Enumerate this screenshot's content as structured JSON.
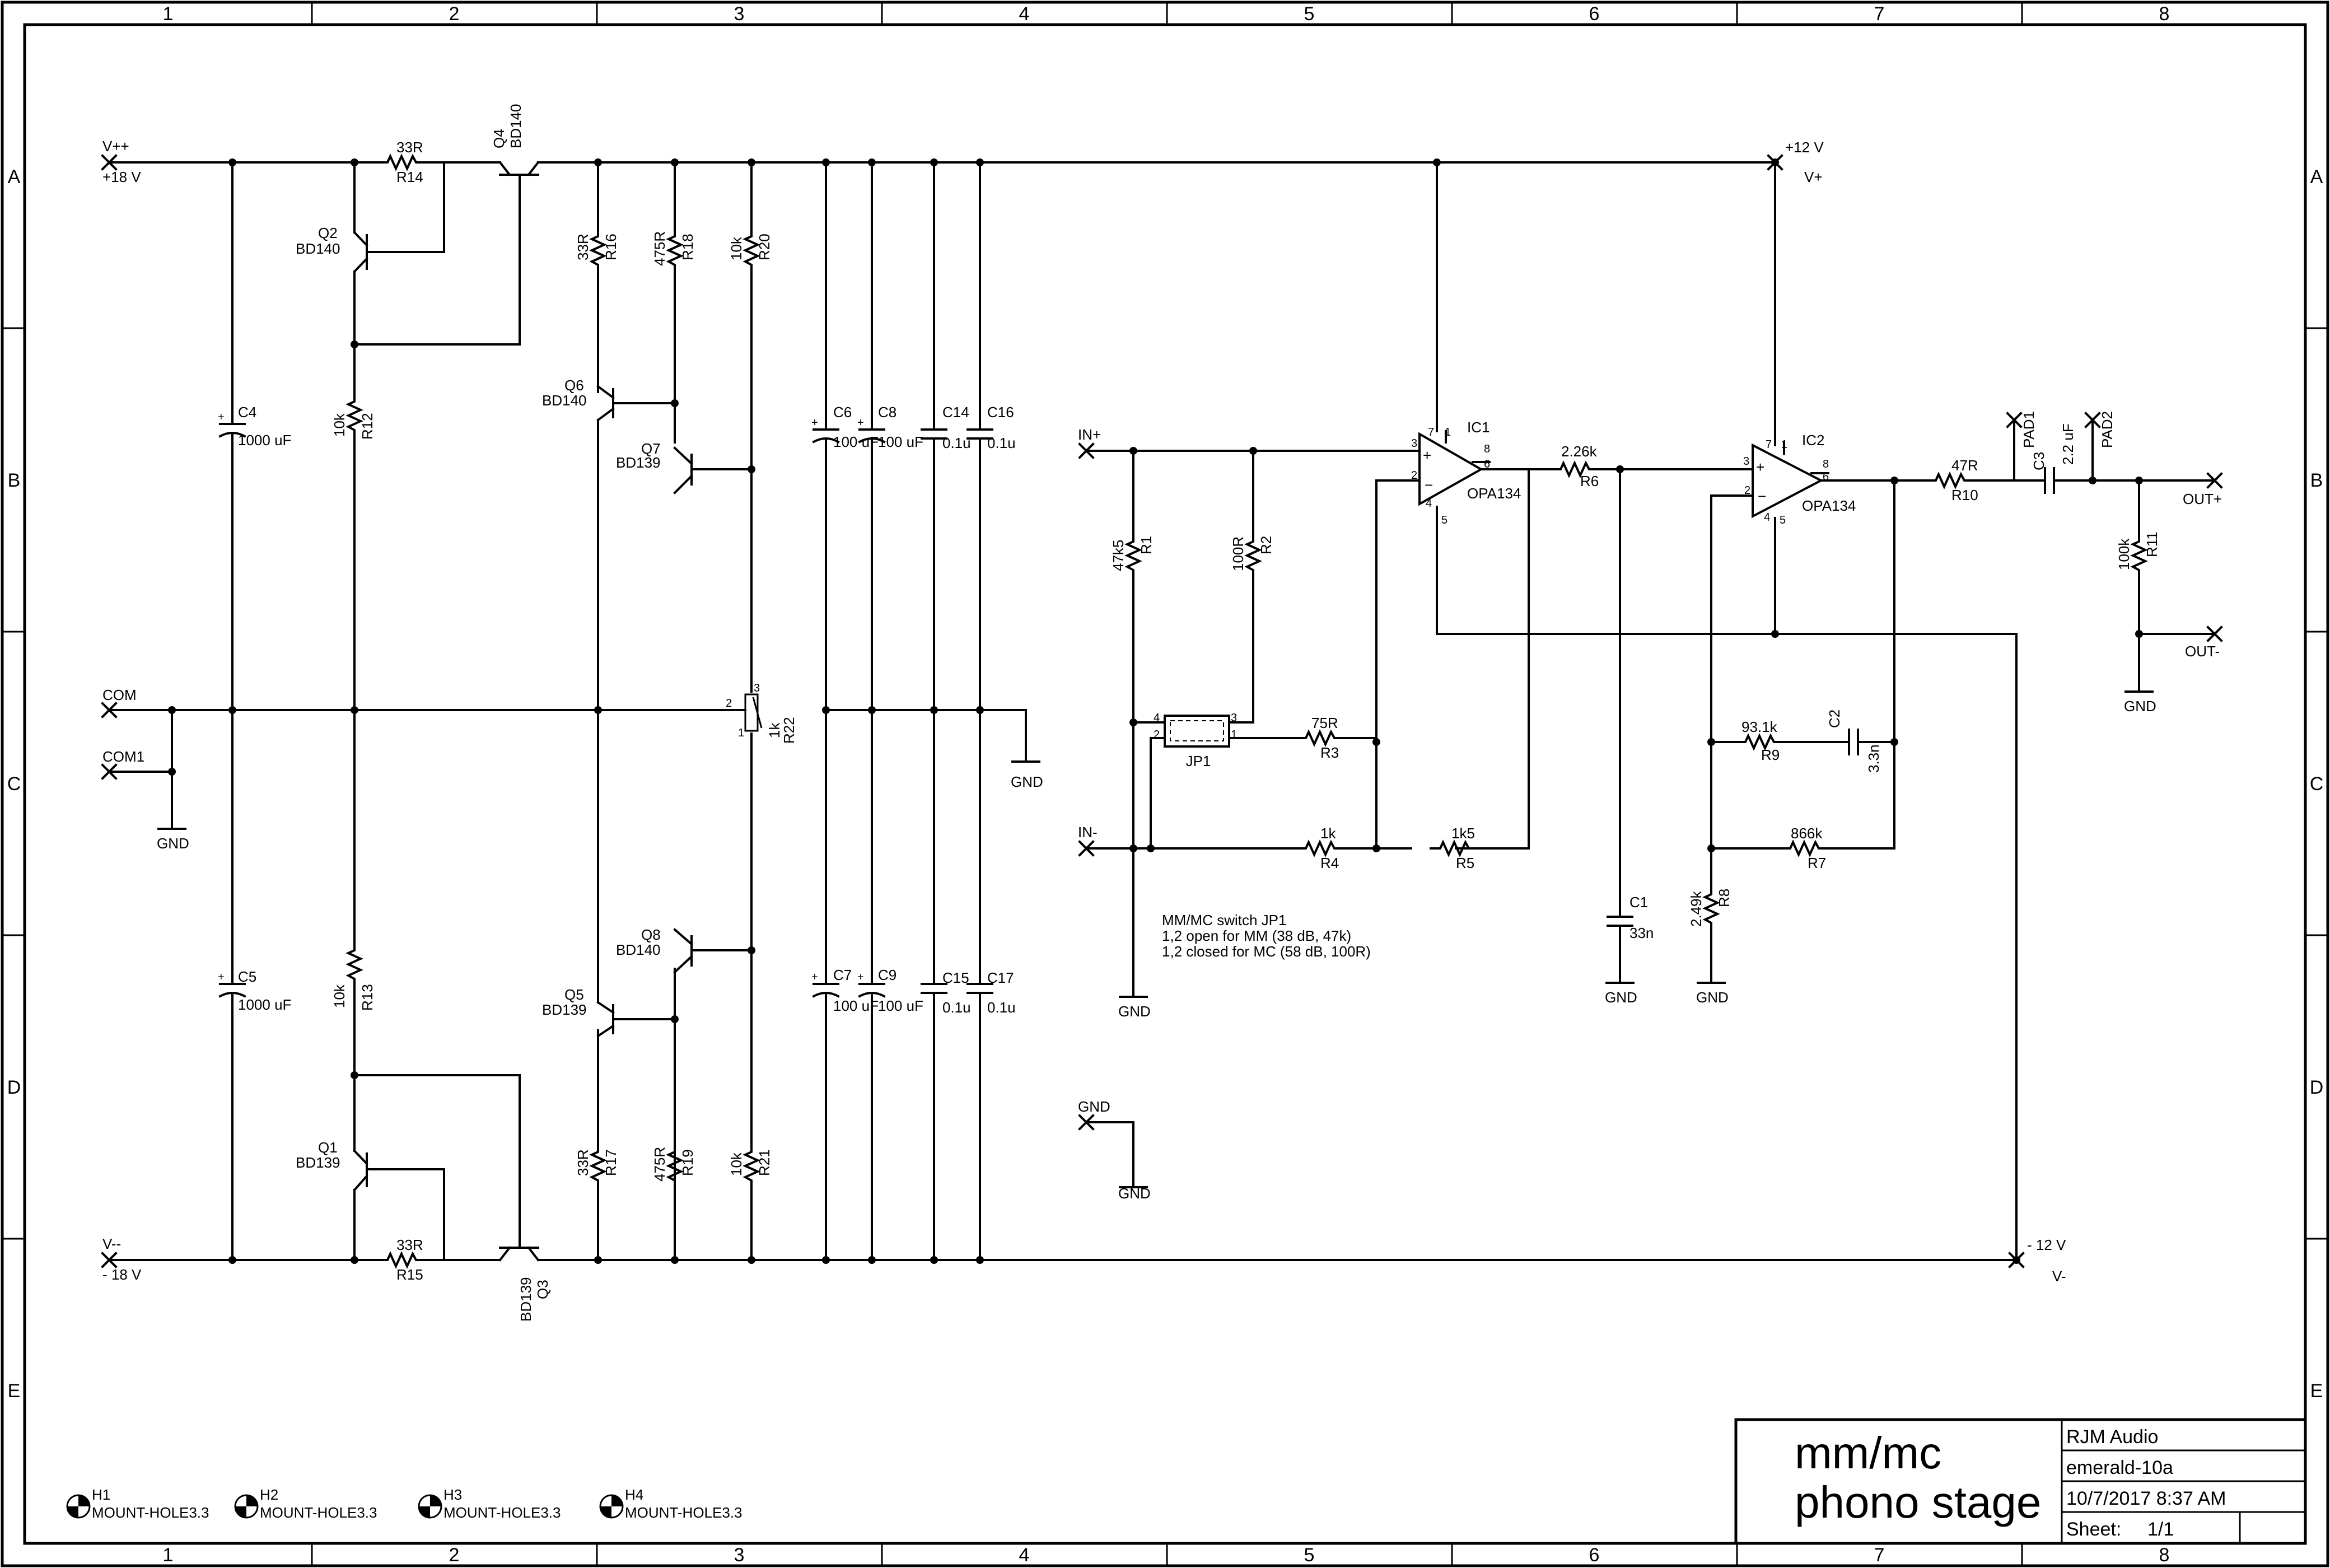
{
  "zones": {
    "columns": [
      "1",
      "2",
      "3",
      "4",
      "5",
      "6",
      "7",
      "8"
    ],
    "rows": [
      "A",
      "B",
      "C",
      "D",
      "E"
    ]
  },
  "title_block": {
    "title_line1": "mm/mc",
    "title_line2": "phono stage",
    "company": "RJM Audio",
    "document": "emerald-10a",
    "date": "10/7/2017 8:37 AM",
    "sheet_label": "Sheet:",
    "sheet_value": "1/1"
  },
  "ports": {
    "vpp": "V++",
    "vpp_volt": "+18 V",
    "com": "COM",
    "com1": "COM1",
    "vmm": "V--",
    "vmm_volt": "- 18 V",
    "v12p": "+12 V",
    "vp": "V+",
    "v12m": "- 12 V",
    "vm": "V-",
    "in_p": "IN+",
    "in_m": "IN-",
    "out_p": "OUT+",
    "out_m": "OUT-",
    "gnd": "GND",
    "pad1": "PAD1",
    "pad2": "PAD2"
  },
  "components": {
    "q1": {
      "ref": "Q1",
      "val": "BD139"
    },
    "q2": {
      "ref": "Q2",
      "val": "BD140"
    },
    "q3": {
      "ref": "Q3",
      "val": "BD139"
    },
    "q4": {
      "ref": "Q4",
      "val": "BD140"
    },
    "q5": {
      "ref": "Q5",
      "val": "BD139"
    },
    "q6": {
      "ref": "Q6",
      "val": "BD140"
    },
    "q7": {
      "ref": "Q7",
      "val": "BD139"
    },
    "q8": {
      "ref": "Q8",
      "val": "BD140"
    },
    "r14": {
      "ref": "R14",
      "val": "33R"
    },
    "r15": {
      "ref": "R15",
      "val": "33R"
    },
    "r12": {
      "ref": "R12",
      "val": "10k"
    },
    "r13": {
      "ref": "R13",
      "val": "10k"
    },
    "r16": {
      "ref": "R16",
      "val": "33R"
    },
    "r17": {
      "ref": "R17",
      "val": "33R"
    },
    "r18": {
      "ref": "R18",
      "val": "475R"
    },
    "r19": {
      "ref": "R19",
      "val": "475R"
    },
    "r20": {
      "ref": "R20",
      "val": "10k"
    },
    "r21": {
      "ref": "R21",
      "val": "10k"
    },
    "r22": {
      "ref": "R22",
      "val": "1k"
    },
    "c4": {
      "ref": "C4",
      "val": "1000 uF"
    },
    "c5": {
      "ref": "C5",
      "val": "1000 uF"
    },
    "c6": {
      "ref": "C6",
      "val": "100 uF"
    },
    "c7": {
      "ref": "C7",
      "val": "100 uF"
    },
    "c8": {
      "ref": "C8",
      "val": "100 uF"
    },
    "c9": {
      "ref": "C9",
      "val": "100 uF"
    },
    "c14": {
      "ref": "C14",
      "val": "0.1u"
    },
    "c15": {
      "ref": "C15",
      "val": "0.1u"
    },
    "c16": {
      "ref": "C16",
      "val": "0.1u"
    },
    "c17": {
      "ref": "C17",
      "val": "0.1u"
    },
    "r1": {
      "ref": "R1",
      "val": "47k5"
    },
    "r2": {
      "ref": "R2",
      "val": "100R"
    },
    "r3": {
      "ref": "R3",
      "val": "75R"
    },
    "r4": {
      "ref": "R4",
      "val": "1k"
    },
    "r5": {
      "ref": "R5",
      "val": "1k5"
    },
    "r6": {
      "ref": "R6",
      "val": "2.26k"
    },
    "r7": {
      "ref": "R7",
      "val": "866k"
    },
    "r8": {
      "ref": "R8",
      "val": "2.49k"
    },
    "r9": {
      "ref": "R9",
      "val": "93.1k"
    },
    "r10": {
      "ref": "R10",
      "val": "47R"
    },
    "r11": {
      "ref": "R11",
      "val": "100k"
    },
    "c1": {
      "ref": "C1",
      "val": "33n"
    },
    "c2": {
      "ref": "C2",
      "val": "3.3n"
    },
    "c3": {
      "ref": "C3",
      "val": "2.2 uF"
    },
    "ic1": {
      "ref": "IC1",
      "val": "OPA134"
    },
    "ic2": {
      "ref": "IC2",
      "val": "OPA134"
    },
    "jp1": {
      "ref": "JP1"
    },
    "h1": {
      "ref": "H1",
      "val": "MOUNT-HOLE3.3"
    },
    "h2": {
      "ref": "H2",
      "val": "MOUNT-HOLE3.3"
    },
    "h3": {
      "ref": "H3",
      "val": "MOUNT-HOLE3.3"
    },
    "h4": {
      "ref": "H4",
      "val": "MOUNT-HOLE3.3"
    }
  },
  "pins": {
    "p1": "1",
    "p2": "2",
    "p3": "3",
    "p4": "4",
    "p5": "5",
    "p6": "6",
    "p7": "7",
    "p8": "8"
  },
  "notes": [
    "MM/MC switch JP1",
    "1,2 open for MM (38 dB, 47k)",
    "1,2 closed for MC (58 dB, 100R)"
  ]
}
